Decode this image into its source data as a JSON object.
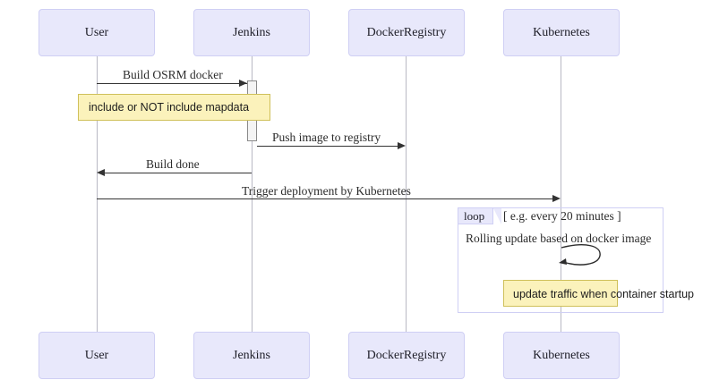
{
  "diagram": {
    "type": "sequence-diagram",
    "participants": [
      {
        "name": "User"
      },
      {
        "name": "Jenkins"
      },
      {
        "name": "DockerRegistry"
      },
      {
        "name": "Kubernetes"
      }
    ],
    "messages": [
      {
        "label": "Build OSRM docker",
        "from": "User",
        "to": "Jenkins",
        "direction": "right"
      },
      {
        "label": "Push image to registry",
        "from": "Jenkins",
        "to": "DockerRegistry",
        "direction": "right"
      },
      {
        "label": "Build done",
        "from": "Jenkins",
        "to": "User",
        "direction": "left"
      },
      {
        "label": "Trigger deployment by Kubernetes",
        "from": "User",
        "to": "Kubernetes",
        "direction": "right"
      }
    ],
    "notes": [
      {
        "text": "include or NOT include mapdata"
      },
      {
        "text": "update traffic when container startup"
      }
    ],
    "fragment": {
      "kind": "loop",
      "condition": "[ e.g. every 20 minutes ]",
      "body_label": "Rolling update based on docker image"
    },
    "colors": {
      "participant_fill": "#e8e8fb",
      "participant_border": "#cfcff4",
      "note_fill": "#fbf2bb",
      "note_border": "#cfc05a",
      "lifeline": "#b9b9c4",
      "message": "#333333",
      "activation_fill": "#f4f4f4",
      "activation_border": "#8a8a8a"
    }
  }
}
